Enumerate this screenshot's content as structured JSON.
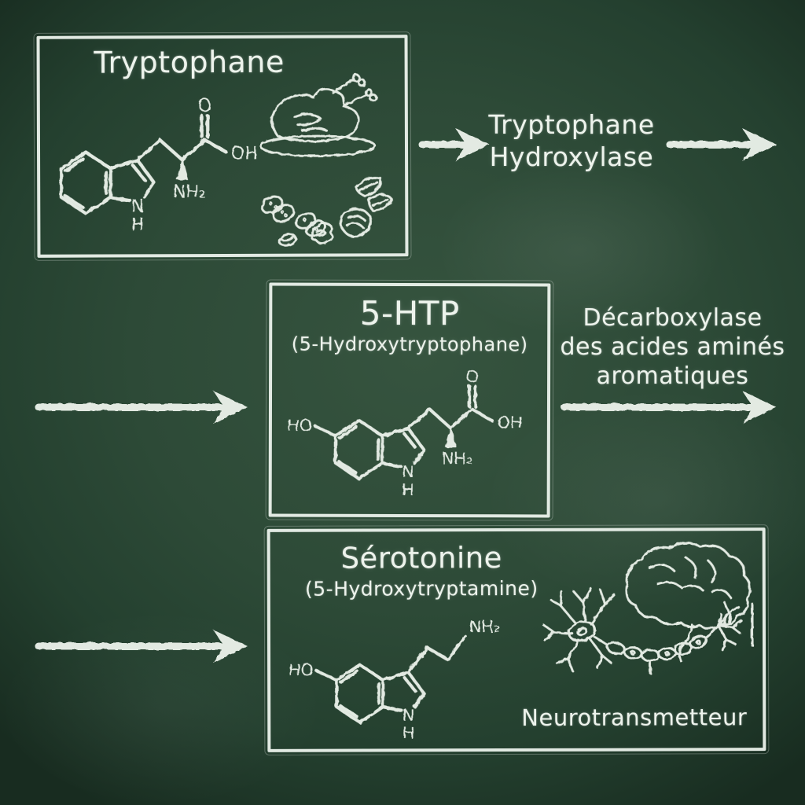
{
  "colors": {
    "board_green": "#2d4a37",
    "chalk_white": "#edf3ec"
  },
  "boxes": {
    "tryptophane": {
      "title": "Tryptophane",
      "molecule": {
        "o": "O",
        "oh": "OH",
        "nh2": "NH₂",
        "n": "N",
        "h": "H"
      },
      "food_icons": [
        "turkey-icon",
        "peanuts-icon",
        "nuts-icon"
      ]
    },
    "fivehtp": {
      "title": "5-HTP",
      "subtitle": "(5-Hydroxytryptophane)",
      "molecule": {
        "ho": "HO",
        "o": "O",
        "oh": "OH",
        "nh2": "NH₂",
        "n": "N",
        "h": "H"
      }
    },
    "serotonine": {
      "title": "Sérotonine",
      "subtitle": "(5-Hydroxytryptamine)",
      "molecule": {
        "ho": "HO",
        "nh2": "NH₂",
        "n": "N",
        "h": "H"
      },
      "caption": "Neurotransmetteur",
      "illustration_icons": [
        "brain-icon",
        "neuron-icon"
      ]
    }
  },
  "enzymes": {
    "hydroxylase": {
      "line1": "Tryptophane",
      "line2": "Hydroxylase"
    },
    "decarboxylase": {
      "line1": "Décarboxylase",
      "line2": "des acides aminés",
      "line3": "aromatiques"
    }
  },
  "arrows": {
    "direction": "right",
    "count": 5
  }
}
